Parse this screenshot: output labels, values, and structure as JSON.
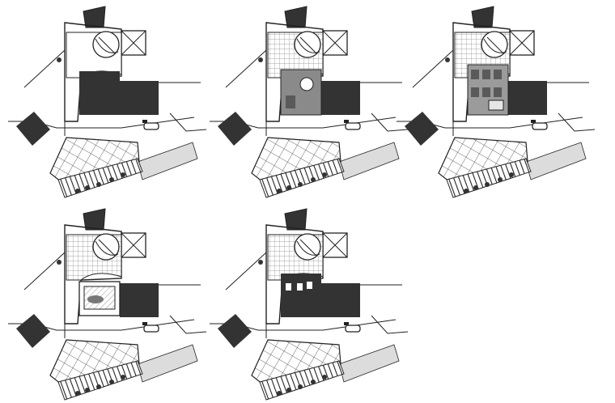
{
  "sheet": {
    "plan_count": 5,
    "ink_color": "#222222",
    "solid_fill": "#333333",
    "hatch_fill": "#bdbdbd",
    "grey_fill": "#8a8a8a",
    "paving_fill": "#dcdcdc"
  },
  "plans": [
    {
      "id": "plan-1",
      "variant": "solid-blocks"
    },
    {
      "id": "plan-2",
      "variant": "grey-floor-plan"
    },
    {
      "id": "plan-3",
      "variant": "furnished-floor-plan"
    },
    {
      "id": "plan-4",
      "variant": "partial-floor-plan"
    },
    {
      "id": "plan-5",
      "variant": "solid-with-openings"
    }
  ]
}
